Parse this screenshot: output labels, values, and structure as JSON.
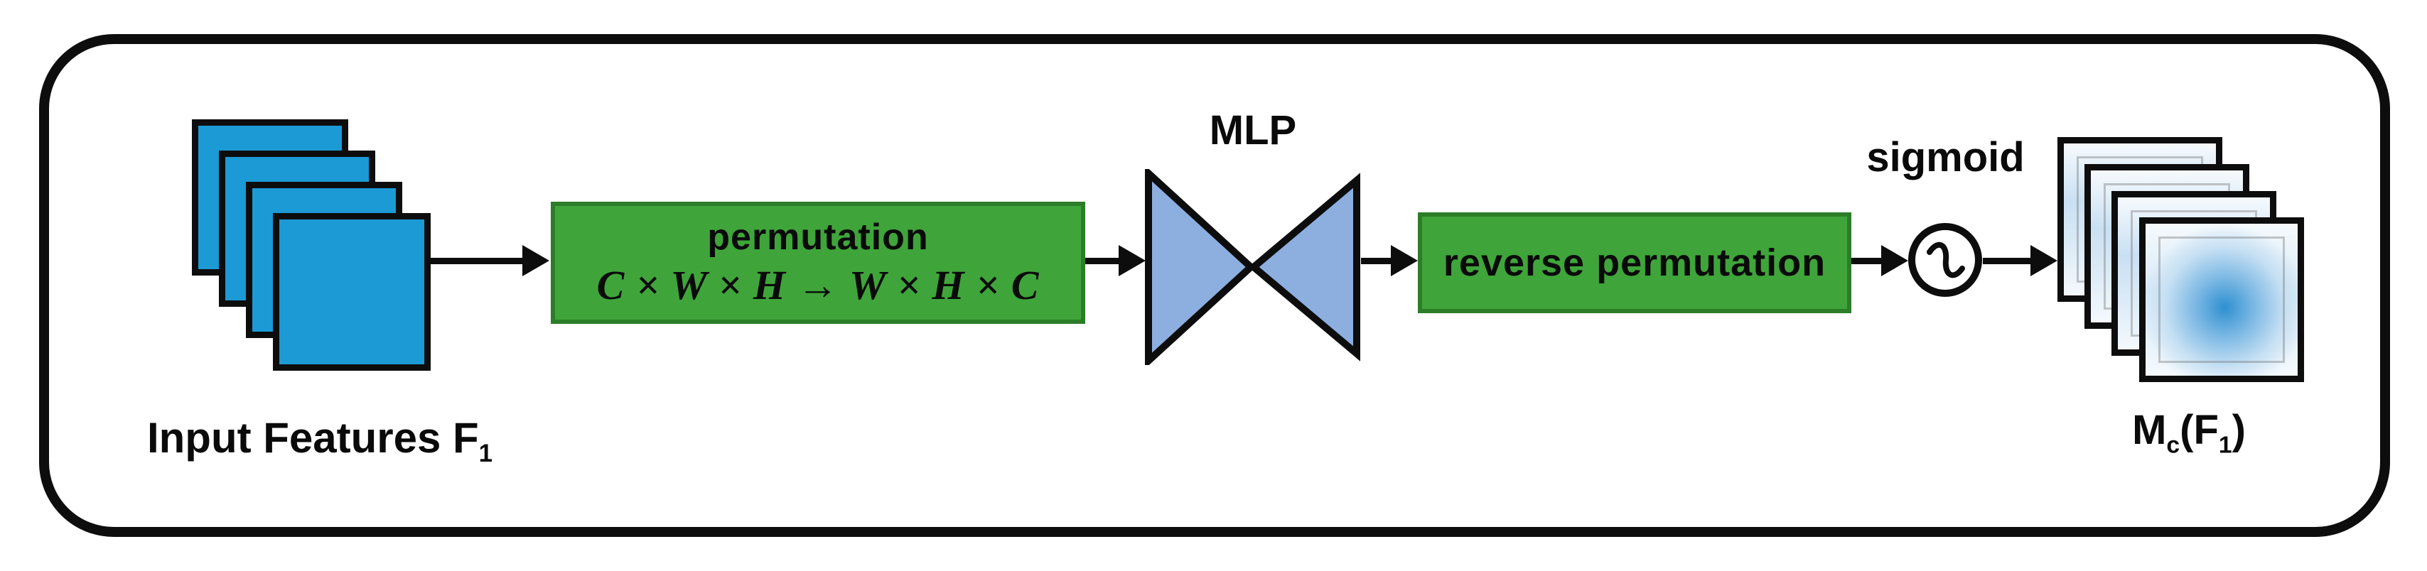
{
  "figure": {
    "labels": {
      "input": {
        "main": "Input Features F",
        "sub": "1"
      },
      "permutation": {
        "title": "permutation",
        "formula": "C × W × H → W × H × C"
      },
      "mlp": "MLP",
      "reverse_permutation": "reverse permutation",
      "sigmoid": "sigmoid",
      "output": {
        "m": "M",
        "m_sub": "c",
        "f_open": "(F",
        "f_sub": "1",
        "close": ")"
      }
    }
  },
  "colors": {
    "feature_map_blue": "#1b9ad6",
    "process_box_green": "#3fa53a",
    "process_box_border_green": "#2c7d28",
    "mlp_triangle_blue": "#8cafdf",
    "outline_black": "#0d0d0d",
    "attention_core_blue": "#2e90d0"
  }
}
